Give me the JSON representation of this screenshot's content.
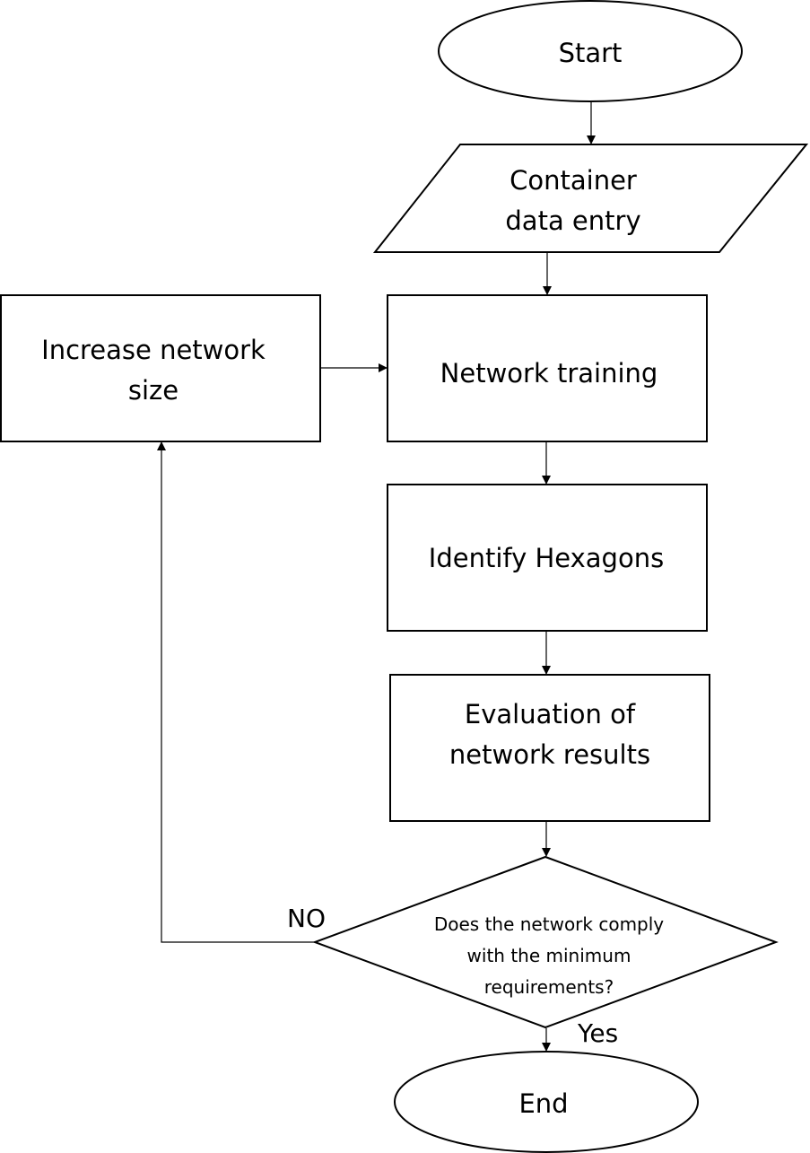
{
  "diagram": {
    "start": "Start",
    "data_entry": [
      "Container",
      "data entry"
    ],
    "network_training": "Network training",
    "increase_size": [
      "Increase network",
      "size"
    ],
    "identify_hexagons": "Identify Hexagons",
    "evaluation": [
      "Evaluation of",
      "network results"
    ],
    "decision": [
      "Does the network comply",
      "with the minimum",
      "requirements?"
    ],
    "no_label": "NO",
    "yes_label": "Yes",
    "end": "End"
  }
}
